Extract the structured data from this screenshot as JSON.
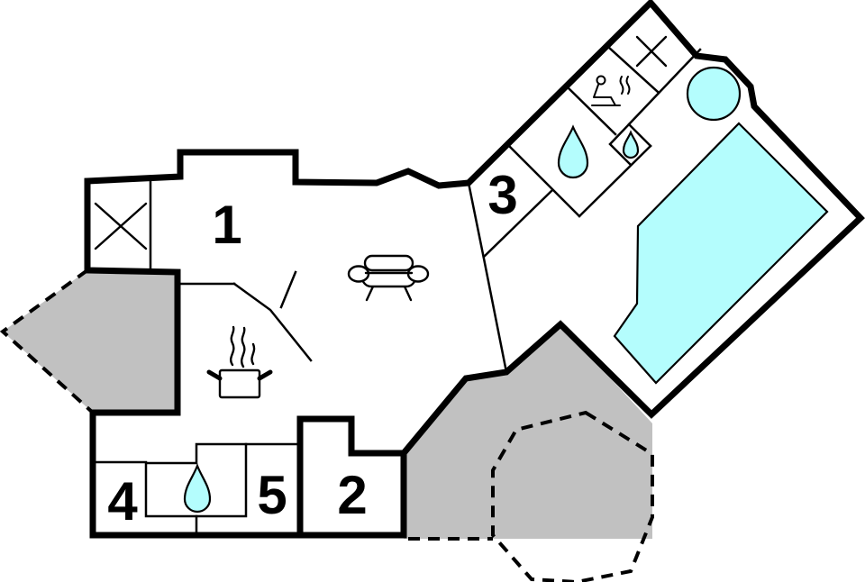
{
  "page": {
    "title": "Holiday home floor plan"
  },
  "colors": {
    "wall": "#000000",
    "water": "#b4fdfd",
    "terrace_dark": "#c1c1c1",
    "terrace_light": "#e5e5e5",
    "background": "#ffffff"
  },
  "rooms": {
    "room1": {
      "label": "1"
    },
    "room2": {
      "label": "2"
    },
    "room3": {
      "label": "3"
    },
    "room4": {
      "label": "4"
    },
    "room5": {
      "label": "5"
    }
  },
  "features": {
    "couch": "sofa in living room (top-left strokes icon)",
    "cooking_pot": "kitchen cooking pot with steam",
    "sauna": "sauna (seated person with steam)",
    "water_drop_large": "bathroom water drop (wing)",
    "water_drop_small": "small water drop (wing WC)",
    "water_drop_bottom": "bathroom water drop (between rooms 4 and 5)",
    "cross_window_left": "crossed square (entrance/closet, top-left)",
    "cross_window_wing": "crossed square (entrance/closet, wing)",
    "pool": "swimming pool",
    "hot_tub": "round hot tub",
    "terrace_left": "covered terrace (dark grey, dashed edge)",
    "terrace_right": "covered terrace (dark grey, dashed edge)",
    "patio": "octagonal patio (light grey, dashed outline)"
  }
}
